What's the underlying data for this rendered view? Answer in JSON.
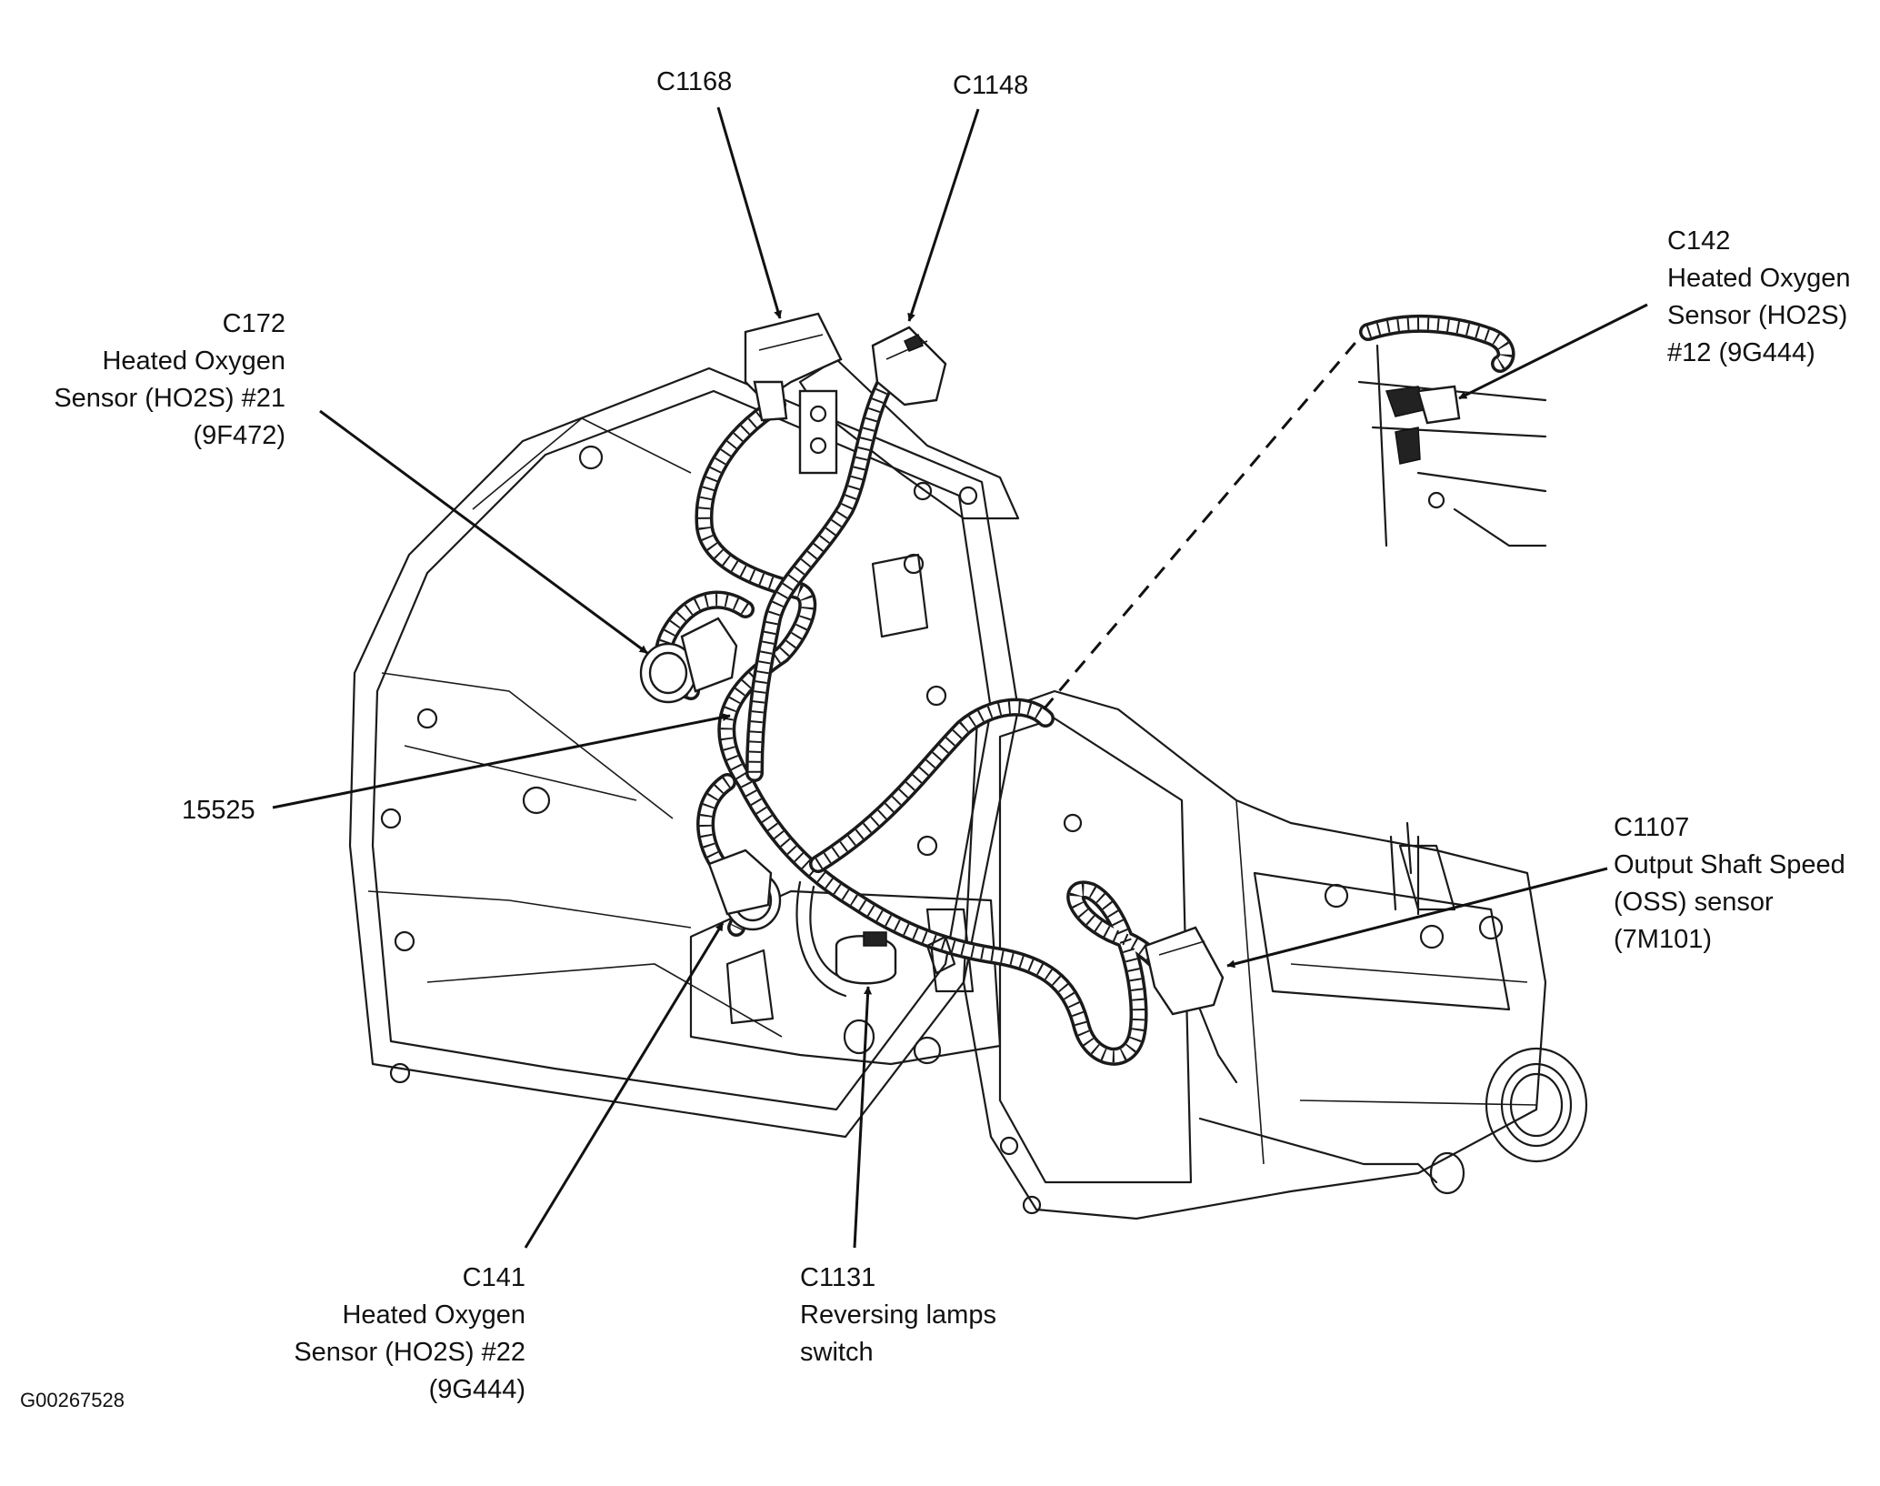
{
  "figure_id": "G00267528",
  "labels": {
    "c1168": {
      "code": "C1168"
    },
    "c1148": {
      "code": "C1148"
    },
    "c172": {
      "code": "C172",
      "lines": [
        "Heated Oxygen",
        "Sensor (HO2S) #21",
        "(9F472)"
      ]
    },
    "c142": {
      "code": "C142",
      "lines": [
        "Heated Oxygen",
        "Sensor (HO2S)",
        "#12 (9G444)"
      ]
    },
    "harness": {
      "code": "15525"
    },
    "c1107": {
      "code": "C1107",
      "lines": [
        "Output Shaft Speed",
        "(OSS) sensor",
        "(7M101)"
      ]
    },
    "c141": {
      "code": "C141",
      "lines": [
        "Heated Oxygen",
        "Sensor (HO2S) #22",
        "(9G444)"
      ]
    },
    "c1131": {
      "code": "C1131",
      "lines": [
        "Reversing lamps",
        "switch"
      ]
    }
  }
}
